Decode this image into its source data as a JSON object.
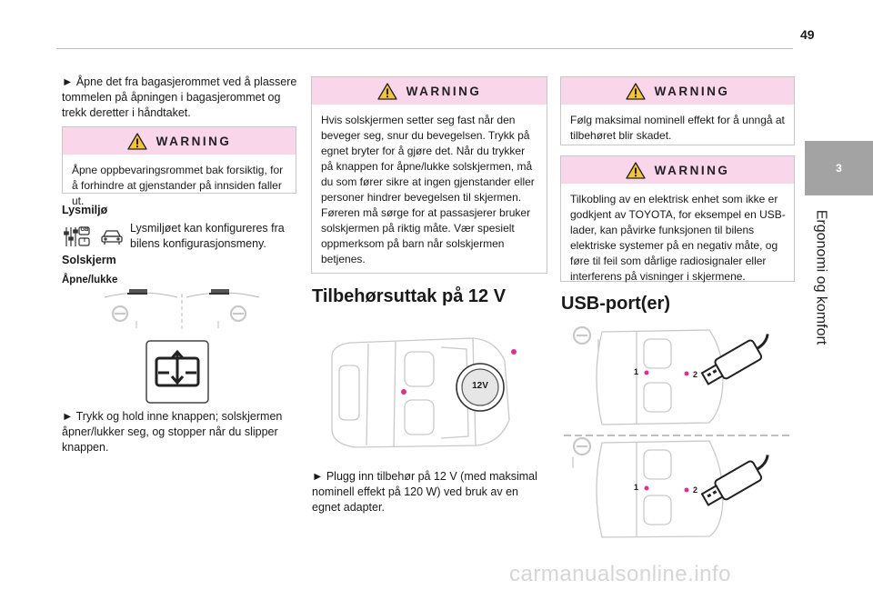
{
  "page": {
    "number": "49"
  },
  "chapter_tab": {
    "number": "3",
    "title": "Ergonomi og komfort"
  },
  "col1": {
    "intro": "► Åpne det fra bagasjerommet ved å plassere tommelen på åpningen i bagasjerommet og trekk deretter i håndtaket.",
    "warning": {
      "heading": "WARNING",
      "text": "Åpne oppbevaringsrommet bak forsiktig, for å forhindre at gjenstander på innsiden faller ut."
    },
    "lysmiljo": {
      "heading": "Lysmiljø",
      "text": "Lysmiljøet kan konfigureres fra bilens konfigurasjonsmeny.",
      "badges": [
        "GB",
        "T"
      ]
    },
    "solskjerm": {
      "heading": "Solskjerm",
      "sub": "Åpne/lukke",
      "instruction": "► Trykk og hold inne knappen; solskjermen åpner/lukker seg, og stopper når du slipper knappen."
    }
  },
  "col2": {
    "warning": {
      "heading": "WARNING",
      "text": "Hvis solskjermen setter seg fast når den beveger seg, snur du bevegelsen. Trykk på egnet bryter for å gjøre det. Når du trykker på knappen for åpne/lukke solskjermen, må du som fører sikre at ingen gjenstander eller personer hindrer bevegelsen til skjermen. Føreren må sørge for at passasjerer bruker solskjermen på riktig måte. Vær spesielt oppmerksom på barn når solskjermen betjenes."
    },
    "section_title": "Tilbehørsuttak på 12 V",
    "socket_label": "12V",
    "instruction": "► Plugg inn tilbehør på 12 V (med maksimal nominell effekt på 120 W) ved bruk av en egnet adapter."
  },
  "col3": {
    "warning1": {
      "heading": "WARNING",
      "text": "Følg maksimal nominell effekt for å unngå at tilbehøret blir skadet."
    },
    "warning2": {
      "heading": "WARNING",
      "text": "Tilkobling av en elektrisk enhet som ikke er godkjent av TOYOTA, for eksempel en USB-lader, kan påvirke funksjonen til bilens elektriske systemer på en negativ måte, og føre til feil som dårlige radiosignaler eller interferens på visninger i skjermene."
    },
    "section_title": "USB-port(er)",
    "markers": [
      "1",
      "2",
      "1",
      "2"
    ]
  },
  "footer": {
    "watermark": "carmanualsonline.info"
  },
  "colors": {
    "warning_band": "#f9d6ea",
    "tab_gray": "#a3a3a3",
    "marker_pink": "#e0308f",
    "warning_yellow": "#e8b21a"
  }
}
